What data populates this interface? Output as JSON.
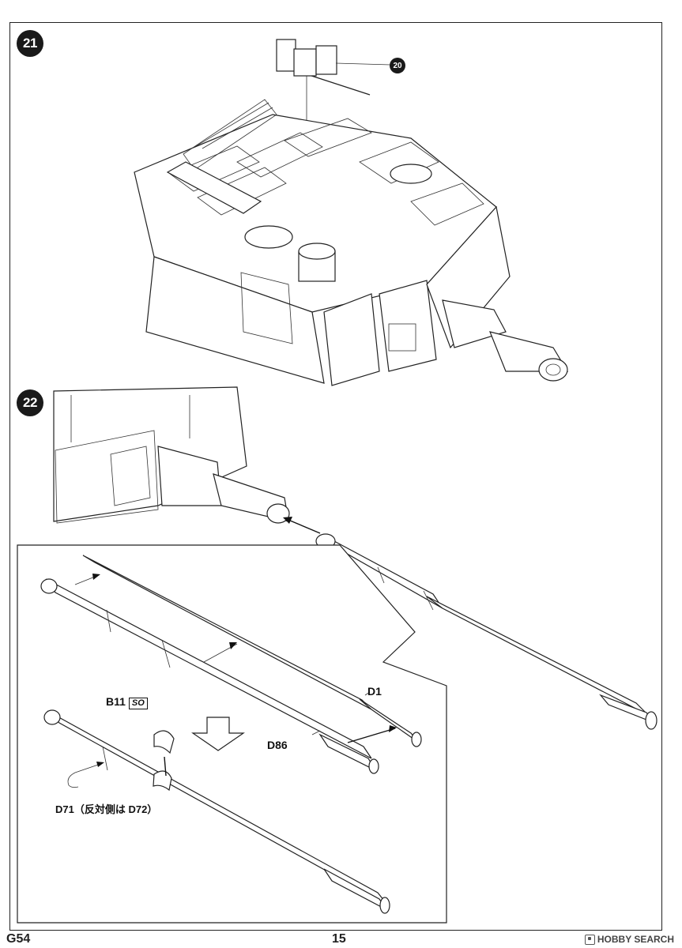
{
  "page": {
    "steps": [
      {
        "number": "21"
      },
      {
        "number": "22"
      }
    ],
    "reference_step": "20",
    "parts": {
      "d1": "D1",
      "d86": "D86",
      "b11": "B11",
      "b11_paint": "SO",
      "d71": "D71（反対側は D72）"
    },
    "footer": {
      "code": "G54",
      "page_number": "15"
    },
    "watermark": "HOBBY SEARCH"
  }
}
